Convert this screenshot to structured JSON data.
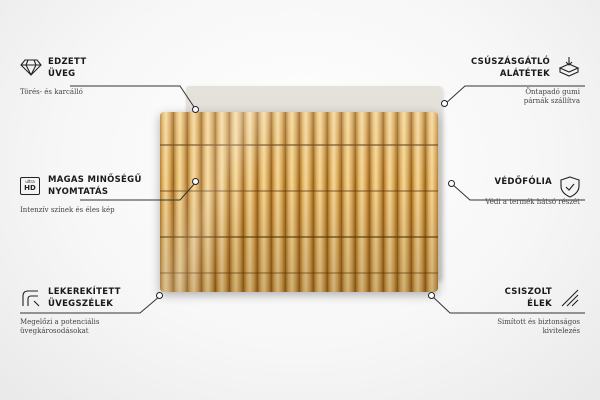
{
  "features": {
    "tempered_glass": {
      "title_1": "EDZETT",
      "title_2": "ÜVEG",
      "desc_1": "Törés- és karcálló",
      "icon": "diamond-icon"
    },
    "hd_print": {
      "title_1": "MAGAS MINŐSÉGŰ",
      "title_2": "NYOMTATÁS",
      "desc_1": "Intenzív színek és éles kép",
      "icon": "ultra-hd-icon",
      "icon_text_1": "ultra",
      "icon_text_2": "HD"
    },
    "rounded_edges": {
      "title_1": "LEKEREKÍTETT",
      "title_2": "ÜVEGSZÉLEK",
      "desc_1": "Megelőzi a potenciális",
      "desc_2": "üvegkárosodásokat",
      "icon": "rounded-corner-icon"
    },
    "anti_slip": {
      "title_1": "CSÚSZÁSGÁTLÓ",
      "title_2": "ALÁTÉTEK",
      "desc_1": "Öntapadó gumi",
      "desc_2": "párnák szállítva",
      "icon": "anti-slip-pad-icon"
    },
    "protective_foil": {
      "title_1": "VÉDŐFÓLIA",
      "desc_1": "Védi a termék hátsó részét",
      "icon": "shield-icon"
    },
    "polished_edges": {
      "title_1": "CSISZOLT",
      "title_2": "ÉLEK",
      "desc_1": "Simított és biztonságos",
      "desc_2": "kivitelezés",
      "icon": "polished-edge-icon"
    }
  },
  "colors": {
    "line": "#333333",
    "text": "#1a1a1a",
    "bamboo_light": "#f4d79a",
    "bamboo_dark": "#8a5a1c"
  }
}
